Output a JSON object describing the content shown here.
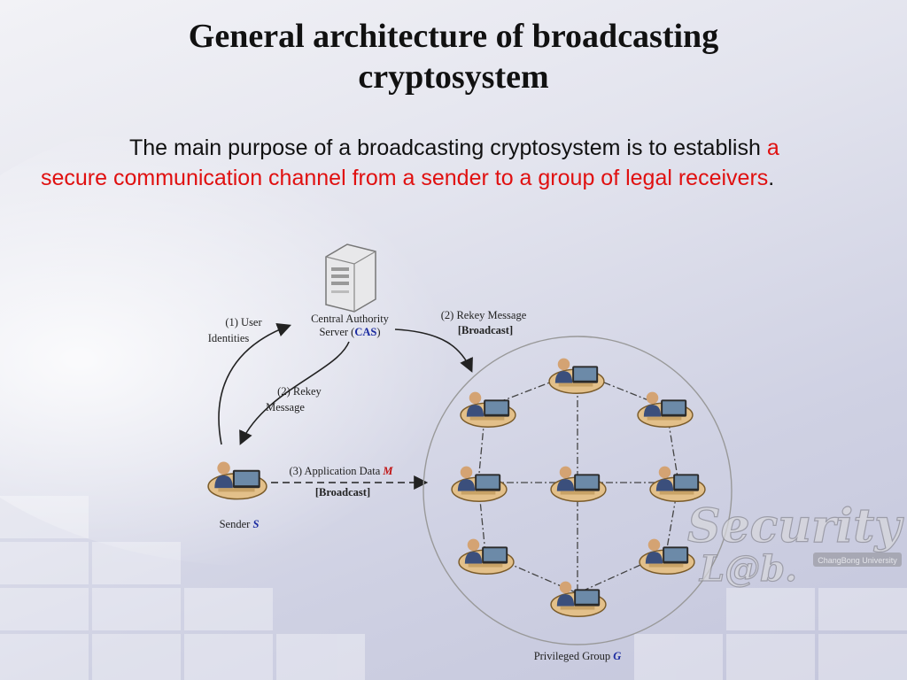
{
  "slide": {
    "title_line1": "General architecture of broadcasting",
    "title_line2": "cryptosystem",
    "body_start": "The main purpose of a broadcasting cryptosystem is to establish ",
    "body_highlight": "a secure communication channel from a sender to a group of legal receivers",
    "body_end": "."
  },
  "diagram": {
    "server_label_line1": "Central Authority",
    "server_label_line2_pre": "Server (",
    "server_label_abbr": "CAS",
    "server_label_line2_post": ")",
    "user_identities_line1": "(1) User",
    "user_identities_line2": "Identities",
    "rekey_left_line1": "(2) Rekey",
    "rekey_left_line2": "Message",
    "rekey_right_line1": "(2) Rekey Message",
    "rekey_right_line2": "[Broadcast]",
    "app_data_pre": "(3) Application Data ",
    "app_data_var": "M",
    "app_data_line2": "[Broadcast]",
    "sender_pre": "Sender ",
    "sender_var": "S",
    "group_pre": "Privileged Group ",
    "group_var": "G"
  },
  "logo": {
    "line1": "Security",
    "line2": "L@b.",
    "badge": "ChangBong University"
  }
}
